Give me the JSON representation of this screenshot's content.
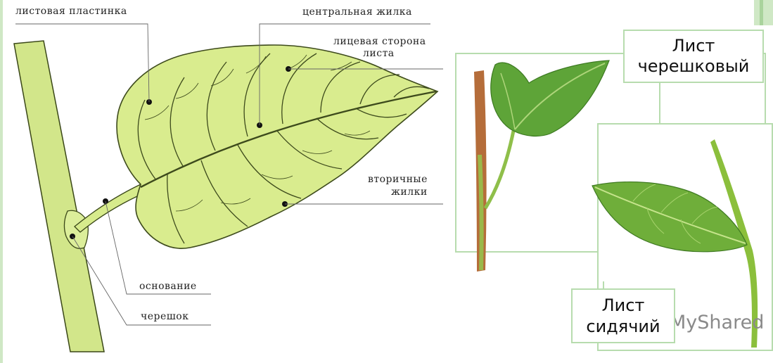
{
  "left_diagram": {
    "labels": {
      "blade": "листовая пластинка",
      "midrib": "центральная жилка",
      "upper_side_line1": "лицевая сторона",
      "upper_side_line2": "листа",
      "secondary_line1": "вторичные",
      "secondary_line2": "жилки",
      "base": "основание",
      "petiole": "черешок"
    }
  },
  "right_panel": {
    "petiolate_line1": "Лист",
    "petiolate_line2": "черешковый",
    "sessile_line1": "Лист",
    "sessile_line2": "сидячий",
    "watermark": "MyShared"
  },
  "colors": {
    "leaf_fill": "#d9ec8e",
    "leaf_outline": "#3d4a1c",
    "photo_leaf": "#5b9e34",
    "stem": "#8eaa3a",
    "frame": "#b7dcae",
    "accent_bar": "#cfe8c5"
  }
}
